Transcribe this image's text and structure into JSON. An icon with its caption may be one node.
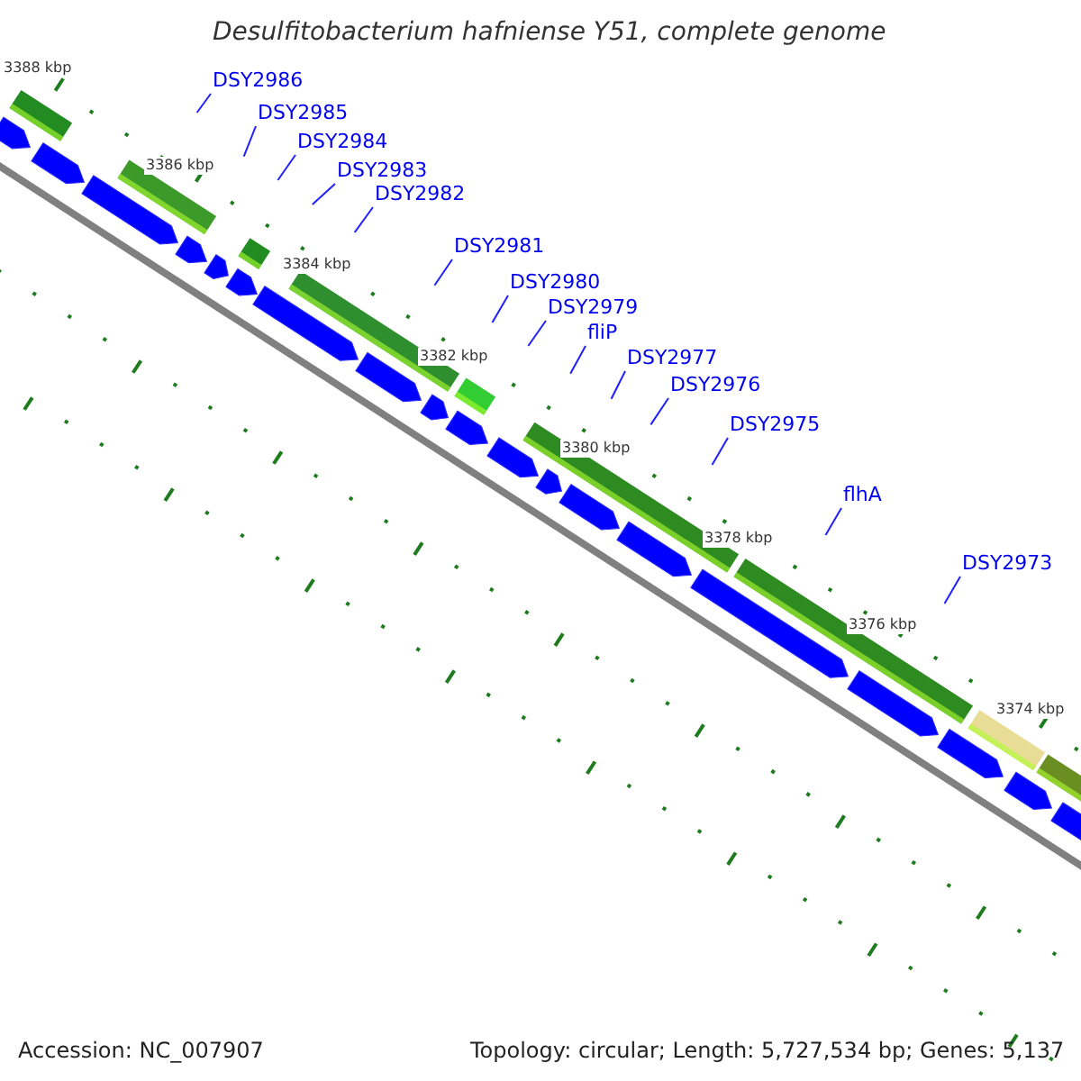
{
  "diagram": {
    "title": "Desulfitobacterium hafniense Y51, complete genome",
    "nodes": [
      {
        "text": [
          "DSY2986"
        ]
      },
      {
        "text": [
          "DSY2985"
        ]
      },
      {
        "text": [
          "DSY2984"
        ]
      },
      {
        "text": [
          "DSY2983"
        ]
      },
      {
        "text": [
          "DSY2982"
        ]
      },
      {
        "text": [
          "DSY2981"
        ]
      },
      {
        "text": [
          "DSY2980"
        ]
      },
      {
        "text": [
          "DSY2979"
        ]
      },
      {
        "text": [
          "fliP"
        ]
      },
      {
        "text": [
          "DSY2977"
        ]
      },
      {
        "text": [
          "DSY2976"
        ]
      },
      {
        "text": [
          "DSY2975"
        ]
      },
      {
        "text": [
          "flhA"
        ]
      },
      {
        "text": [
          "DSY2973"
        ]
      }
    ],
    "edges": [
      {
        "from": 0,
        "to": null,
        "arrow": "none"
      },
      {
        "from": 1,
        "to": null,
        "arrow": "none"
      },
      {
        "from": 2,
        "to": null,
        "arrow": "none"
      },
      {
        "from": 3,
        "to": null,
        "arrow": "none"
      },
      {
        "from": 4,
        "to": null,
        "arrow": "none"
      },
      {
        "from": 5,
        "to": null,
        "arrow": "none"
      },
      {
        "from": 6,
        "to": null,
        "arrow": "none"
      },
      {
        "from": 7,
        "to": null,
        "arrow": "none"
      },
      {
        "from": 8,
        "to": null,
        "arrow": "none"
      },
      {
        "from": 9,
        "to": null,
        "arrow": "none"
      },
      {
        "from": 10,
        "to": null,
        "arrow": "none"
      },
      {
        "from": 11,
        "to": null,
        "arrow": "none"
      },
      {
        "from": 12,
        "to": null,
        "arrow": "none"
      },
      {
        "from": 13,
        "to": null,
        "arrow": "none"
      }
    ],
    "labels": [
      "3388 kbp",
      "3386 kbp",
      "3384 kbp",
      "3382 kbp",
      "3380 kbp",
      "3378 kbp",
      "3376 kbp",
      "3374 kbp",
      "Accession: NC_007907",
      "Topology: circular; Length: 5,727,534 bp; Genes: 5,137"
    ]
  }
}
